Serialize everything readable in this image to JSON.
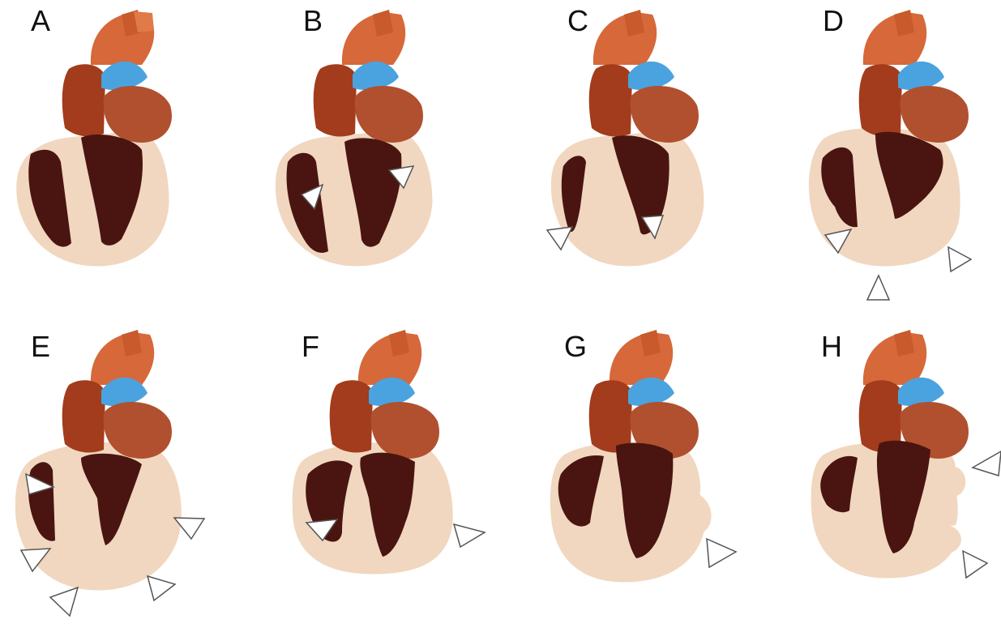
{
  "colors": {
    "tissue": "#f1d7c0",
    "tissue_edge": "#ffffff",
    "cavity": "#4a1510",
    "aorta": "#d6683a",
    "atrium_dark": "#8a2a14",
    "pulmonary": "#4aa3de",
    "arrow_filled": "#ffffff",
    "arrow_outline": "#555555"
  },
  "panels": [
    {
      "label": "A",
      "icon": "heart-normal-icon",
      "arrows_filled": [],
      "arrows_outline": []
    },
    {
      "label": "B",
      "icon": "heart-trabeculation-icon",
      "arrows_filled": [
        "left-wall",
        "septum"
      ],
      "arrows_outline": []
    },
    {
      "label": "C",
      "icon": "heart-apical-icon",
      "arrows_filled": [
        "septum-apex"
      ],
      "arrows_outline": [
        "left-apex"
      ]
    },
    {
      "label": "D",
      "icon": "heart-dilated-apex-icon",
      "arrows_filled": [],
      "arrows_outline": [
        "left-apex",
        "bottom",
        "right-apex"
      ]
    },
    {
      "label": "E",
      "icon": "heart-dilated-icon",
      "arrows_filled": [
        "left-top"
      ],
      "arrows_outline": [
        "left-bottom",
        "bottom",
        "right-bottom",
        "right-mid"
      ]
    },
    {
      "label": "F",
      "icon": "heart-wide-icon",
      "arrows_filled": [
        "left-mid"
      ],
      "arrows_outline": [
        "right-mid"
      ]
    },
    {
      "label": "G",
      "icon": "heart-single-bulge-icon",
      "arrows_filled": [],
      "arrows_outline": [
        "right-bulge"
      ]
    },
    {
      "label": "H",
      "icon": "heart-double-bulge-icon",
      "arrows_filled": [],
      "arrows_outline": [
        "right-top-bulge",
        "right-bottom-bulge"
      ]
    }
  ]
}
